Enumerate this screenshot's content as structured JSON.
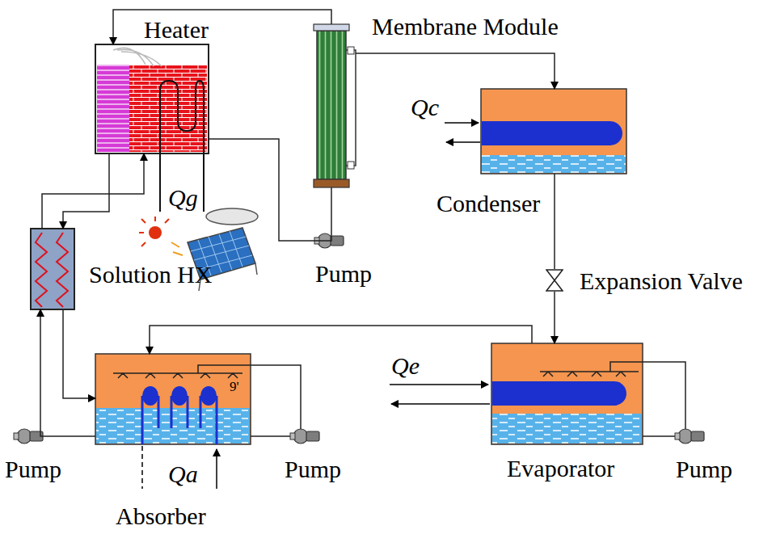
{
  "diagram": {
    "nodes": [
      {
        "text": [
          "Heater"
        ]
      },
      {
        "text": [
          "Membrane Module"
        ]
      },
      {
        "text": [
          "Condenser"
        ]
      },
      {
        "text": [
          "Solution HX"
        ]
      },
      {
        "text": [
          "Expansion Valve"
        ]
      },
      {
        "text": [
          "Evaporator"
        ]
      },
      {
        "text": [
          "Absorber"
        ]
      }
    ],
    "edges": [
      {
        "from": 1,
        "to": 0,
        "arrow": "to"
      },
      {
        "from": 0,
        "to": 1,
        "arrow": "none"
      },
      {
        "from": 1,
        "to": 2,
        "arrow": "to"
      },
      {
        "from": 2,
        "to": 4,
        "arrow": "none"
      },
      {
        "from": 4,
        "to": 5,
        "arrow": "to"
      },
      {
        "from": 5,
        "to": 6,
        "arrow": "to"
      },
      {
        "from": 6,
        "to": 3,
        "arrow": "to"
      },
      {
        "from": 3,
        "to": 0,
        "arrow": "to"
      },
      {
        "from": 0,
        "to": 3,
        "arrow": "to"
      },
      {
        "from": 3,
        "to": 6,
        "arrow": "to"
      }
    ],
    "labels": [
      "Qg",
      "Qc",
      "Qe",
      "Qa",
      "9'",
      "Pump",
      "Pump",
      "Pump",
      "Pump"
    ]
  }
}
